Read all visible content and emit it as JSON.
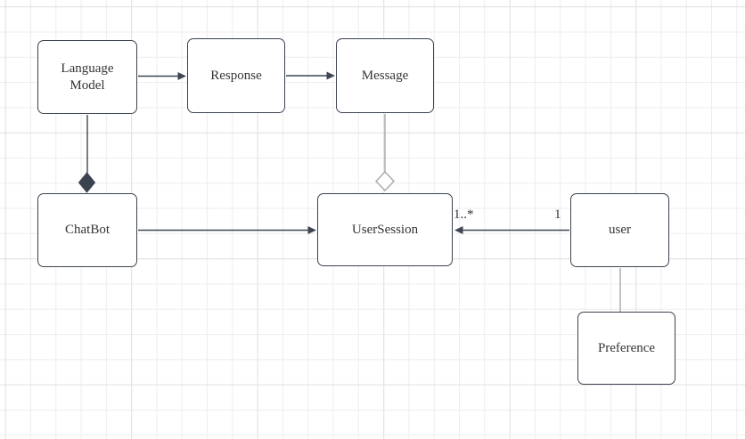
{
  "colors": {
    "node_border": "#3b4350",
    "node_fill": "#ffffff",
    "text": "#343434",
    "edge_dark": "#3f4651",
    "edge_gray": "#a5a8ac",
    "grid_minor": "#ededed",
    "grid_major": "#e2e2e2",
    "canvas_bg": "#ffffff"
  },
  "nodes": [
    {
      "id": "language-model",
      "label": "Language Model"
    },
    {
      "id": "response",
      "label": "Response"
    },
    {
      "id": "message",
      "label": "Message"
    },
    {
      "id": "chatbot",
      "label": "ChatBot"
    },
    {
      "id": "user-session",
      "label": "UserSession"
    },
    {
      "id": "user",
      "label": "user"
    },
    {
      "id": "preference",
      "label": "Preference"
    }
  ],
  "edges": [
    {
      "from": "language-model",
      "to": "response",
      "type": "directed-arrow",
      "marker": "filled-arrowhead"
    },
    {
      "from": "response",
      "to": "message",
      "type": "directed-arrow",
      "marker": "filled-arrowhead"
    },
    {
      "from": "language-model",
      "to": "chatbot",
      "type": "composition",
      "marker": "filled-diamond"
    },
    {
      "from": "message",
      "to": "user-session",
      "type": "aggregation",
      "marker": "hollow-diamond"
    },
    {
      "from": "chatbot",
      "to": "user-session",
      "type": "directed-arrow",
      "marker": "filled-arrowhead"
    },
    {
      "from": "user",
      "to": "user-session",
      "type": "directed-arrow",
      "marker": "filled-arrowhead",
      "source_multiplicity": "1",
      "target_multiplicity": "1..*"
    },
    {
      "from": "user",
      "to": "preference",
      "type": "plain-line",
      "marker": "none"
    }
  ]
}
